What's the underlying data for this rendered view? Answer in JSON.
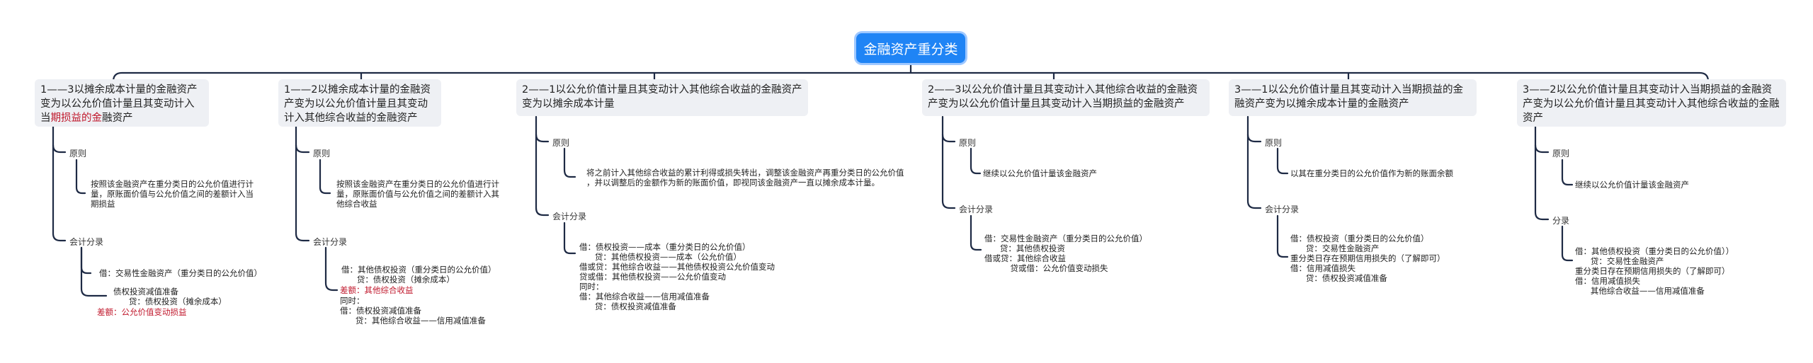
{
  "root": "金融资产重分类",
  "branches": [
    {
      "title_pre": "1——3以摊余成本计量的金融资产变为以公允价值计量且其变动计入当",
      "title_hl": "期损益的金",
      "title_post": "融资产",
      "l1": "原则",
      "t1": "按照该金融资产在重分类日的公允价值进行计\n量，原账面价值与公允价值之间的差额计入当\n期损益",
      "l2": "会计分录",
      "t2a": "借：交易性金融资产（重分类日的公允价值）",
      "t2b": "债权投资减值准备\n      贷：债权投资（摊余成本）",
      "t2c": "差额：公允价值变动损益"
    },
    {
      "title": "1——2以摊余成本计量的金融资产变为以公允价值计量且其变动计入其他综合收益的金融资产",
      "l1": "原则",
      "t1": "按照该金融资产在重分类日的公允价值进行计\n量，原账面价值与公允价值之间的差额计入其\n他综合收益",
      "l2": "会计分录",
      "t2a": "借：其他债权投资（重分类日的公允价值）\n      贷：债权投资（摊余成本）",
      "t2b": "差额：其他综合收益",
      "t2c": "同时：\n借：债权投资减值准备\n      贷：其他综合收益——信用减值准备"
    },
    {
      "title": "2——1以公允价值计量且其变动计入其他综合收益的金融资产变为以摊余成本计量",
      "l1": "原则",
      "t1": "将之前计入其他综合收益的累计利得或损失转出，调整该金融资产再重分类日的公允价值\n，并以调整后的金额作为新的账面价值，即视同该金融资产一直以摊余成本计量。",
      "l2": "会计分录",
      "t2a": "借：债权投资——成本（重分类日的公允价值）\n      贷：其他债权投资——成本（公允价值）\n借或贷：其他综合收益——其他债权投资公允价值变动\n贷或借：其他债权投资——公允价值变动\n同时：\n借：其他综合收益——信用减值准备\n      贷：债权投资减值准备"
    },
    {
      "title": "2——3以公允价值计量且其变动计入其他综合收益的金融资产变为以公允价值计量且其变动计入当期损益的金融资产",
      "l1": "原则",
      "t1": "继续以公允价值计量该金融资产",
      "l2": "会计分录",
      "t2a": "借：交易性金融资产（重分类日的公允价值）\n      贷：其他债权投资\n借或贷：其他综合收益\n          贷或借：公允价值变动损失"
    },
    {
      "title": "3——1以公允价值计量且其变动计入当期损益的金融资产变为以摊余成本计量的金融资产",
      "l1": "原则",
      "t1": "以其在重分类日的公允价值作为新的账面余额",
      "l2": "会计分录",
      "t2a": "借：债权投资（重分类日的公允价值）\n      贷：交易性金融资产\n重分类日存在预期信用损失的（了解即可）\n借：信用减值损失\n      贷：债权投资减值准备"
    },
    {
      "title": "3——2以公允价值计量且其变动计入当期损益的金融资产变为以公允价值计量且其变动计入其他综合收益的金融资产",
      "l1": "原则",
      "t1": "继续以公允价值计量该金融资产",
      "l2": "分录",
      "t2a": "借：其他债权投资（重分类日的公允价值））\n      贷：交易性金融资产\n重分类日存在预期信用损失的（了解即可）\n借：信用减值损失\n      其他综合收益——信用减值准备"
    }
  ]
}
